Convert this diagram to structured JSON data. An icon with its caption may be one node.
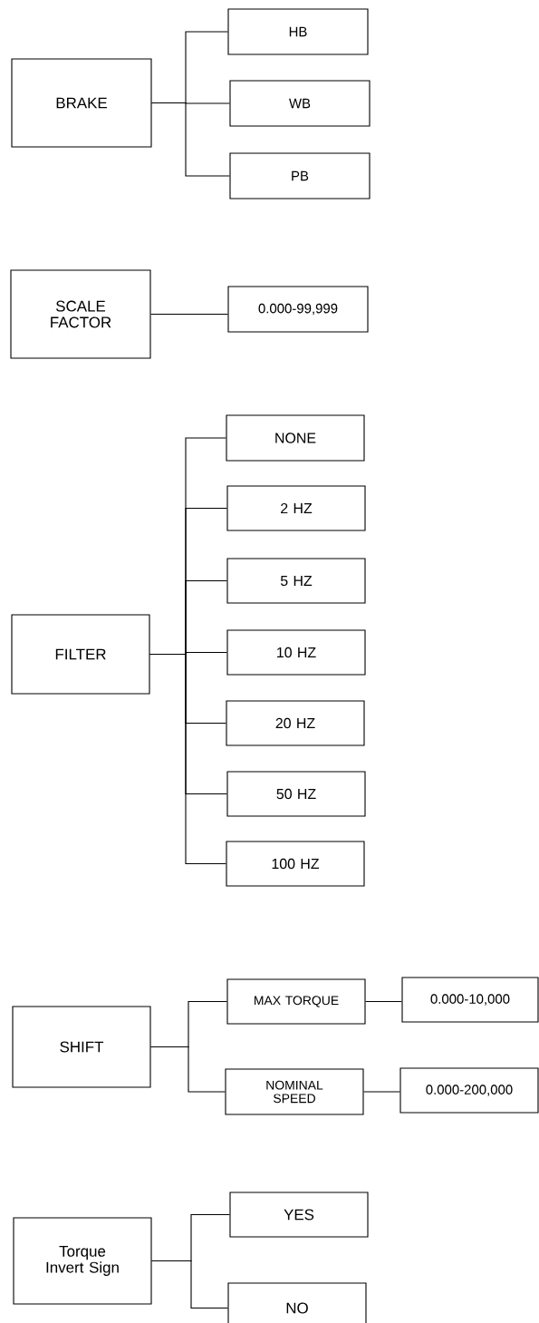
{
  "diagram": {
    "nodes": [
      {
        "text": [
          "BRAKE"
        ]
      },
      {
        "text": [
          "HB"
        ]
      },
      {
        "text": [
          "WB"
        ]
      },
      {
        "text": [
          "PB"
        ]
      },
      {
        "text": [
          "SCALE FACTOR"
        ]
      },
      {
        "text": [
          "0.000-99,999"
        ]
      },
      {
        "text": [
          "FILTER"
        ]
      },
      {
        "text": [
          "NONE"
        ]
      },
      {
        "text": [
          "2 HZ"
        ]
      },
      {
        "text": [
          "5 HZ"
        ]
      },
      {
        "text": [
          "10 HZ"
        ]
      },
      {
        "text": [
          "20 HZ"
        ]
      },
      {
        "text": [
          "50 HZ"
        ]
      },
      {
        "text": [
          "100 HZ"
        ]
      },
      {
        "text": [
          "SHIFT"
        ]
      },
      {
        "text": [
          "MAX TORQUE"
        ]
      },
      {
        "text": [
          "0.000-10,000"
        ]
      },
      {
        "text": [
          "NOMINAL SPEED"
        ]
      },
      {
        "text": [
          "0.000-200,000"
        ]
      },
      {
        "text": [
          "Torque Invert Sign"
        ]
      },
      {
        "text": [
          "YES"
        ]
      },
      {
        "text": [
          "NO"
        ]
      }
    ],
    "edges": [
      {
        "from": 0,
        "to": 1,
        "arrow": "none"
      },
      {
        "from": 0,
        "to": 2,
        "arrow": "none"
      },
      {
        "from": 0,
        "to": 3,
        "arrow": "none"
      },
      {
        "from": 4,
        "to": 5,
        "arrow": "none"
      },
      {
        "from": 6,
        "to": 7,
        "arrow": "none"
      },
      {
        "from": 6,
        "to": 8,
        "arrow": "none"
      },
      {
        "from": 6,
        "to": 9,
        "arrow": "none"
      },
      {
        "from": 6,
        "to": 10,
        "arrow": "none"
      },
      {
        "from": 6,
        "to": 11,
        "arrow": "none"
      },
      {
        "from": 6,
        "to": 12,
        "arrow": "none"
      },
      {
        "from": 6,
        "to": 13,
        "arrow": "none"
      },
      {
        "from": 14,
        "to": 15,
        "arrow": "none"
      },
      {
        "from": 14,
        "to": 17,
        "arrow": "none"
      },
      {
        "from": 15,
        "to": 16,
        "arrow": "none"
      },
      {
        "from": 17,
        "to": 18,
        "arrow": "none"
      },
      {
        "from": 19,
        "to": 20,
        "arrow": "none"
      },
      {
        "from": 19,
        "to": 21,
        "arrow": "none"
      }
    ]
  }
}
